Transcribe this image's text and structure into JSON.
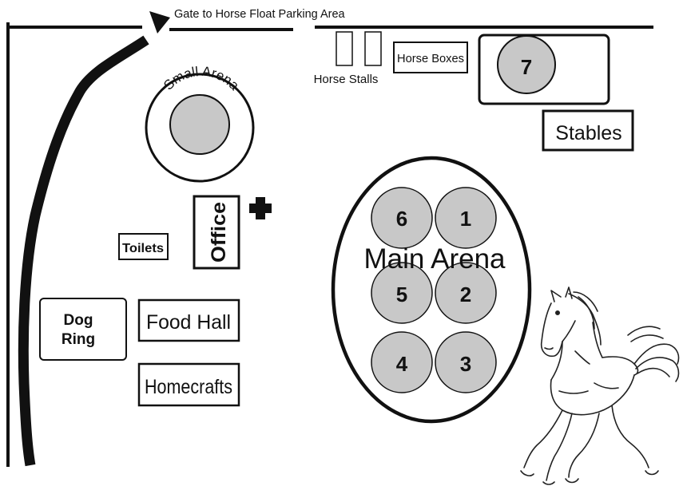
{
  "map": {
    "gate_label": "Gate to Horse Float Parking Area",
    "horse_stalls_label": "Horse Stalls",
    "horse_boxes_label": "Horse Boxes",
    "stables_label": "Stables",
    "small_arena_label": "Small Arena",
    "office_label": "Office",
    "toilets_label": "Toilets",
    "dog_ring_line1": "Dog",
    "dog_ring_line2": "Ring",
    "food_hall_label": "Food Hall",
    "homecrafts_label": "Homecrafts",
    "main_arena_label": "Main Arena",
    "rings": {
      "r1": "1",
      "r2": "2",
      "r3": "3",
      "r4": "4",
      "r5": "5",
      "r6": "6",
      "r7": "7"
    }
  },
  "colors": {
    "line": "#111111",
    "ring_fill": "#c8c8c8",
    "background": "#ffffff"
  },
  "icons": {
    "first_aid": "first-aid-cross-icon",
    "gate": "gate-arrow-icon",
    "horse": "horse-illustration"
  }
}
